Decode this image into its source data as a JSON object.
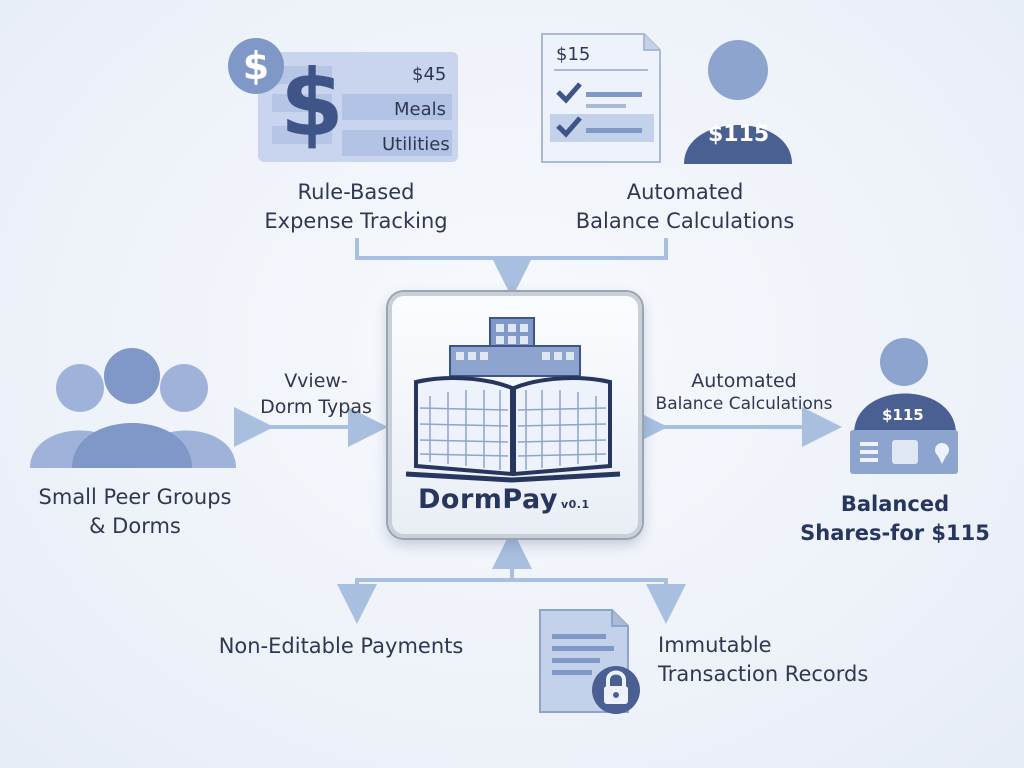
{
  "app": {
    "name": "DormPay",
    "version": "v0.1"
  },
  "top_left": {
    "amount": "$45",
    "row2": "Meals",
    "row3": "Utilities",
    "label_line1": "Rule-Based",
    "label_line2": "Expense Tracking"
  },
  "top_right": {
    "doc_amount": "$15",
    "person_amount": "$115",
    "label_line1": "Automated",
    "label_line2": "Balance Calculations"
  },
  "left": {
    "arrow_line1": "Vview-",
    "arrow_line2": "Dorm Typas",
    "label_line1": "Small Peer Groups",
    "label_line2": "& Dorms"
  },
  "right": {
    "arrow_line1": "Automated",
    "arrow_line2": "Balance Calculations",
    "badge_amount": "$115",
    "label_line1": "Balanced",
    "label_line2": "Shares-for $115"
  },
  "bottom": {
    "left_label": "Non-Editable Payments",
    "right_line1": "Immutable",
    "right_line2": "Transaction Records"
  },
  "colors": {
    "icon_fill": "#8da4cf",
    "icon_dark": "#4a5f92",
    "connector": "#a9bfe0",
    "brand_text": "#27365e"
  }
}
